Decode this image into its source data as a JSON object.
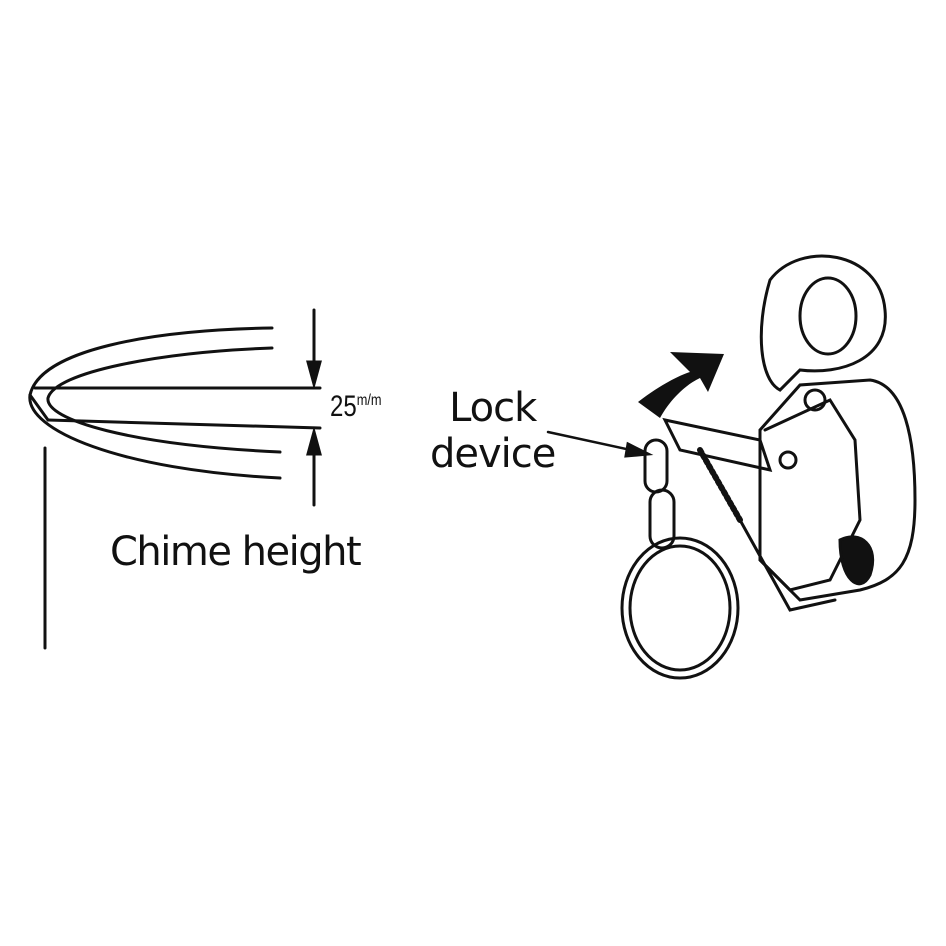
{
  "labels": {
    "chime_height": "Chime height",
    "lock_line1": "Lock",
    "lock_line2": "device",
    "measurement_value": "25",
    "measurement_unit": "m/m"
  }
}
